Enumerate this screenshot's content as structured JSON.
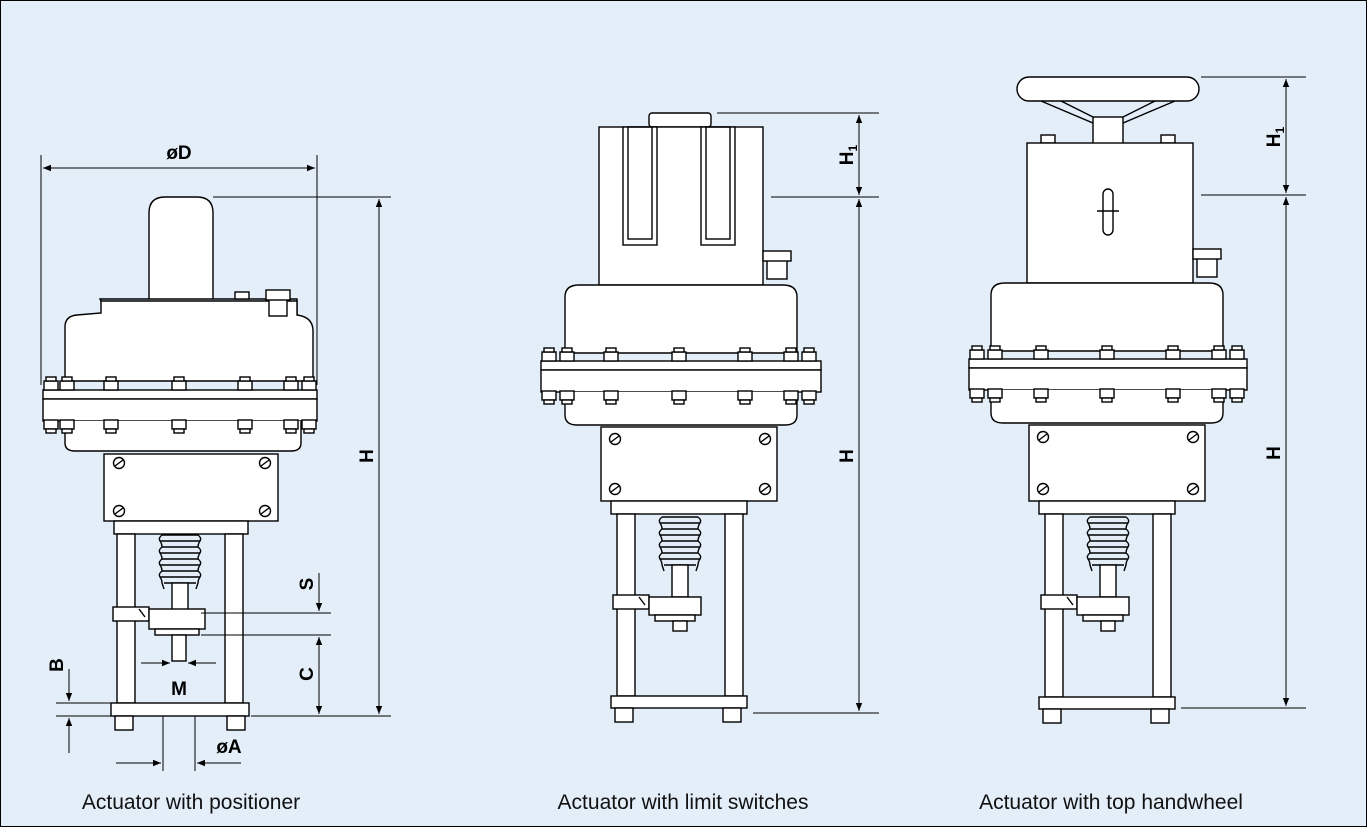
{
  "captions": {
    "left": "Actuator with positioner",
    "middle": "Actuator with limit switches",
    "right": "Actuator with top handwheel"
  },
  "dimensions": {
    "diameter_D": "øD",
    "height_H": "H",
    "height_H1": "H",
    "height_H1_subscript": "1",
    "stroke_S": "S",
    "C": "C",
    "B": "B",
    "thread_M": "M",
    "diameter_A": "øA"
  },
  "colors": {
    "background": "#e3eef9",
    "line": "#000000"
  }
}
